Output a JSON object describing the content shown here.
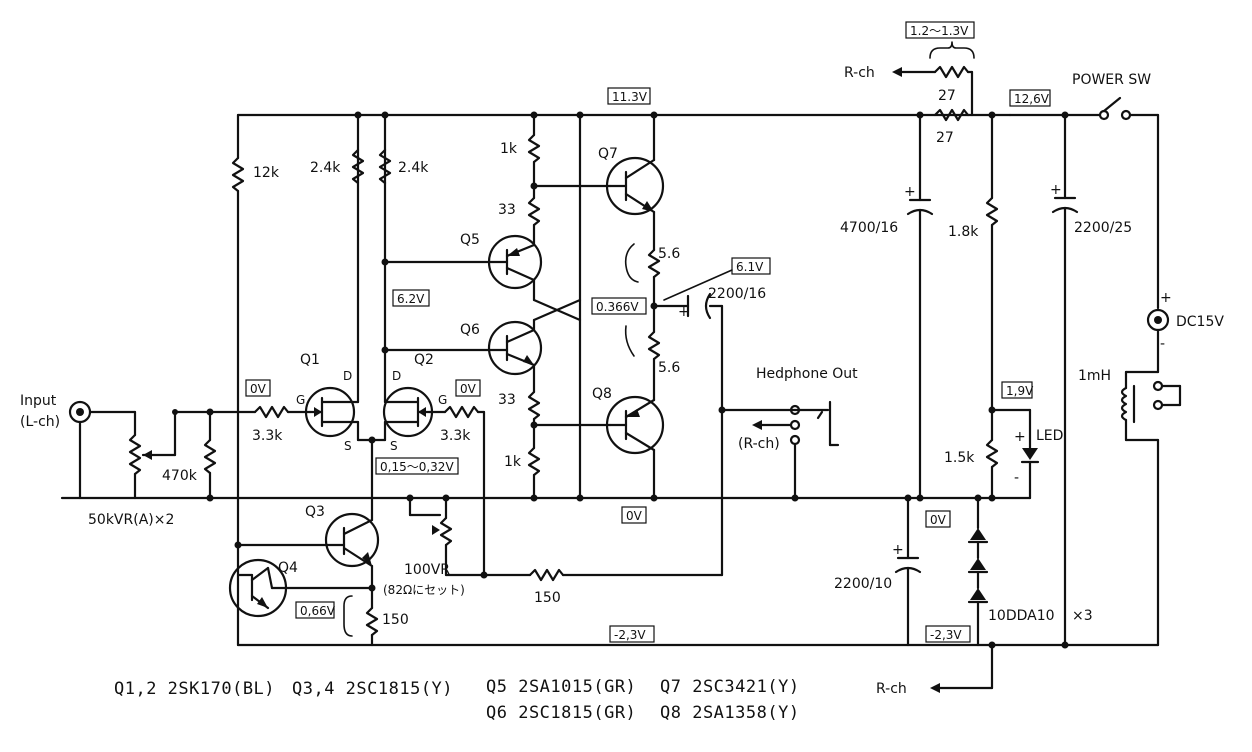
{
  "labels": {
    "input": "Input",
    "input_ch": "(L-ch)",
    "vr_main": "50kVR(A)×2",
    "r470k": "470k",
    "r12k": "12k",
    "r24k_a": "2.4k",
    "r24k_b": "2.4k",
    "r33k_a": "3.3k",
    "r33k_b": "3.3k",
    "q1": "Q1",
    "q2": "Q2",
    "q3": "Q3",
    "q4": "Q4",
    "q5": "Q5",
    "q6": "Q6",
    "q7": "Q7",
    "q8": "Q8",
    "g1": "G",
    "d1": "D",
    "s1": "S",
    "g2": "G",
    "d2": "D",
    "s2": "S",
    "r1k_a": "1k",
    "r1k_b": "1k",
    "r33_a": "33",
    "r33_b": "33",
    "r56_a": "5.6",
    "r56_b": "5.6",
    "c2200_16": "2200/16",
    "vr100": "100VR",
    "vr100_note": "(82Ωにセット)",
    "r150_a": "150",
    "r150_b": "150",
    "hp_out": "Hedphone Out",
    "hp_rch": "(R-ch)",
    "r27_a": "27",
    "r27_b": "27",
    "rch_top": "R-ch",
    "rch_bottom": "R-ch",
    "c4700": "4700/16",
    "r18k": "1.8k",
    "c2200_25": "2200/25",
    "power_sw": "POWER SW",
    "dc15": "DC15V",
    "l1mh": "1mH",
    "r15k": "1.5k",
    "led": "LED",
    "c2200_10": "2200/10",
    "diode": "10DDA10",
    "diode_x3": "×3",
    "plus": "+",
    "minus": "-"
  },
  "voltages": {
    "v113": "11.3V",
    "v126": "12,6V",
    "v12_13": "1.2～1.3V",
    "v62": "6.2V",
    "v61": "6.1V",
    "v0366": "0.366V",
    "v0_in": "0V",
    "v0_in2": "0V",
    "v0_mid": "0V",
    "v0_right": "0V",
    "v015": "0,15～0,32V",
    "v066": "0,66V",
    "v23a": "-2,3V",
    "v23b": "-2,3V",
    "v19": "1,9V"
  },
  "parts_list": {
    "q12": "Q1,2  2SK170(BL)",
    "q34": "Q3,4  2SC1815(Y)",
    "q5": "Q5  2SA1015(GR)",
    "q6": "Q6  2SC1815(GR)",
    "q7": "Q7  2SC3421(Y)",
    "q8": "Q8  2SA1358(Y)"
  }
}
